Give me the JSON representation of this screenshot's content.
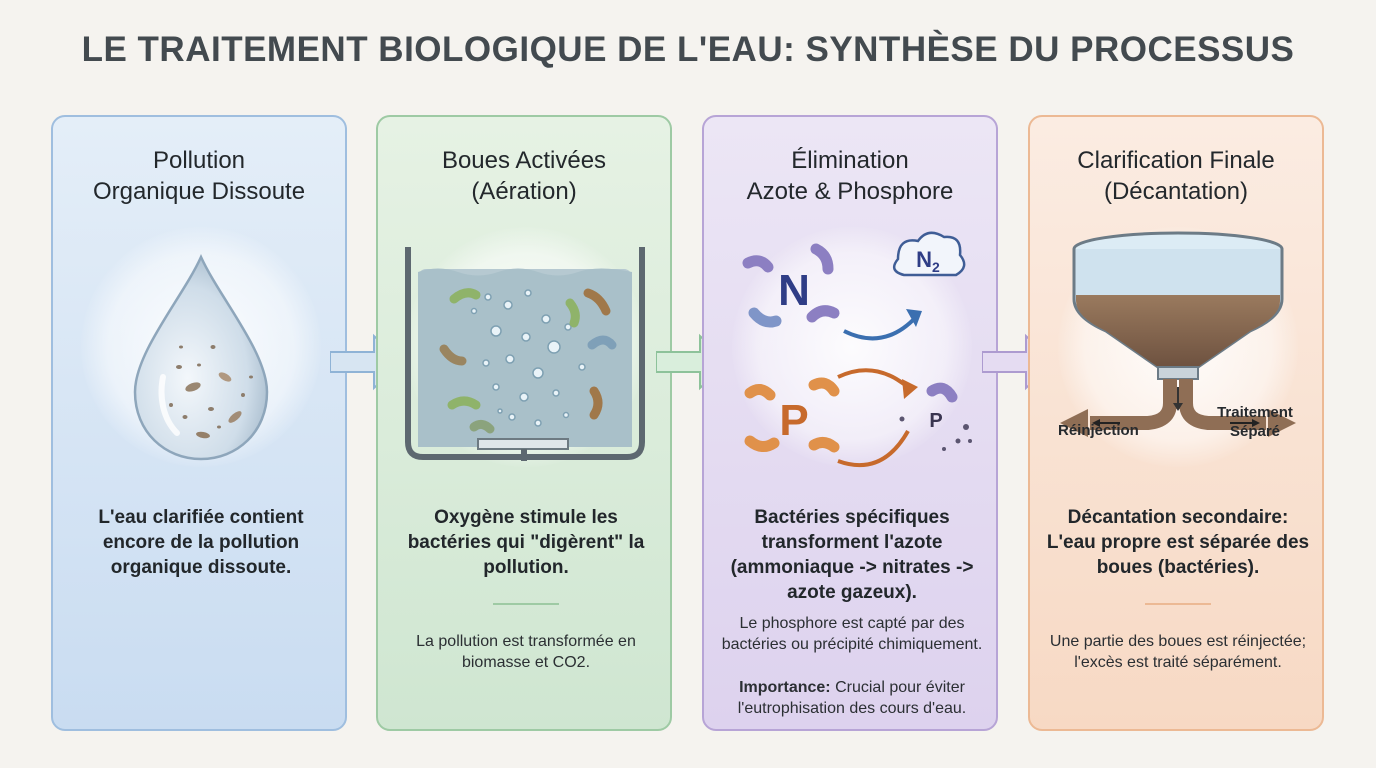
{
  "title": "LE TRAITEMENT BIOLOGIQUE DE L'EAU: SYNTHÈSE DU PROCESSUS",
  "cards": [
    {
      "title_line1": "Pollution",
      "title_line2": "Organique Dissoute",
      "main_text": "L'eau clarifiée contient encore de la pollution organique dissoute."
    },
    {
      "title_line1": "Boues Activées",
      "title_line2": "(Aération)",
      "main_text": "Oxygène stimule les bactéries qui \"digèrent\" la pollution.",
      "sub_text": "La pollution est transformée en biomasse et CO2."
    },
    {
      "title_line1": "Élimination",
      "title_line2": "Azote & Phosphore",
      "main_text": "Bactéries spécifiques transforment l'azote (ammoniaque -> nitrates -> azote gazeux).",
      "sub_text": "Le phosphore est capté par des bactéries ou précipité chimiquement.",
      "importance_label": "Importance:",
      "importance_text": " Crucial pour éviter l'eutrophisation des cours d'eau.",
      "n_symbol": "N",
      "n2_symbol": "N",
      "n2_subscript": "2",
      "p_symbol": "P",
      "p_small_symbol": "P"
    },
    {
      "title_line1": "Clarification Finale",
      "title_line2": "(Décantation)",
      "main_text": "Décantation secondaire: L'eau propre est séparée des boues (bactéries).",
      "sub_text": "Une partie des boues est réinjectée; l'excès est traité séparément.",
      "label_left": "Réinjection",
      "label_right_line1": "Traitement",
      "label_right_line2": "Séparé"
    }
  ],
  "colors": {
    "blue": "#9fbedf",
    "green": "#9ecaa4",
    "purple": "#b7a4d6",
    "orange": "#ecb994"
  }
}
